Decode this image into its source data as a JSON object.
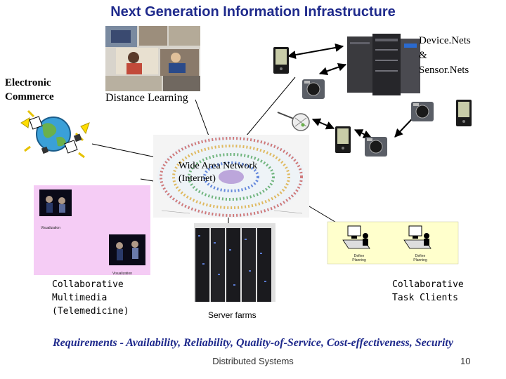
{
  "title": "Next Generation Information Infrastructure",
  "labels": {
    "electronic_commerce": [
      "Electronic",
      "Commerce"
    ],
    "distance_learning": "Distance Learning",
    "device_nets": [
      "Device.Nets",
      "&",
      "Sensor.Nets"
    ],
    "wide_area_network": [
      "Wide Area Network",
      "(Internet)"
    ],
    "collaborative_multimedia": [
      "Collaborative",
      "Multimedia",
      "(Telemedicine)"
    ],
    "collaborative_task_clients": [
      "Collaborative",
      "Task Clients"
    ],
    "server_farms": "Server farms"
  },
  "small_captions": {
    "visualization_1": "Visualization",
    "visualization_2": "Visualization",
    "task_1": "Define Planning",
    "task_2": "Define Planning"
  },
  "requirements": "Requirements - Availability, Reliability, Quality-of-Service, Cost-effectiveness, Security",
  "footer": {
    "text": "Distributed Systems",
    "page_number": "10"
  },
  "colors": {
    "title": "#1f2a8c",
    "requirements": "#1f2a8c",
    "multimedia_panel": "#f5ccf5",
    "task_panel": "#ffffcc",
    "cloud_ring": "#c24444"
  },
  "icons": [
    "globe-satellite-icon",
    "pda-icon",
    "camera-icon",
    "mainframe-icon",
    "satellite-dish-icon",
    "server-rack-icon",
    "workstation-icon"
  ]
}
